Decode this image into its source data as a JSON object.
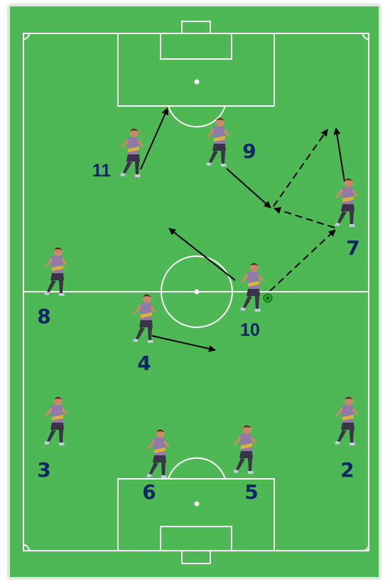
{
  "colors": {
    "pitch": "#4db854",
    "pitch_edge": "#dfe9df",
    "line": "#ffffff",
    "arrow": "#000000",
    "number": "#0d2766",
    "jersey": "#8f7aa8",
    "sash": "#d8b23a",
    "shorts": "#3b3347",
    "skin": "#c9886a",
    "ball": "#22aa22"
  },
  "players": [
    {
      "number": "11"
    },
    {
      "number": "9"
    },
    {
      "number": "7"
    },
    {
      "number": "8"
    },
    {
      "number": "10"
    },
    {
      "number": "4"
    },
    {
      "number": "3"
    },
    {
      "number": "6"
    },
    {
      "number": "5"
    },
    {
      "number": "2"
    }
  ],
  "movements": [
    {
      "from_player": "11",
      "style": "solid"
    },
    {
      "from_player": "9",
      "style": "solid"
    },
    {
      "from_player": "10",
      "style": "solid"
    },
    {
      "from_player": "4",
      "style": "solid"
    },
    {
      "from_player": "7",
      "style": "solid"
    },
    {
      "from_player": "10",
      "style": "dashed",
      "type": "pass"
    },
    {
      "from_player": "7",
      "style": "dashed",
      "type": "pass"
    },
    {
      "from_player": "9",
      "style": "dashed",
      "type": "pass"
    }
  ],
  "ball": {
    "icon": "soccer-ball-icon",
    "holder": "10"
  }
}
